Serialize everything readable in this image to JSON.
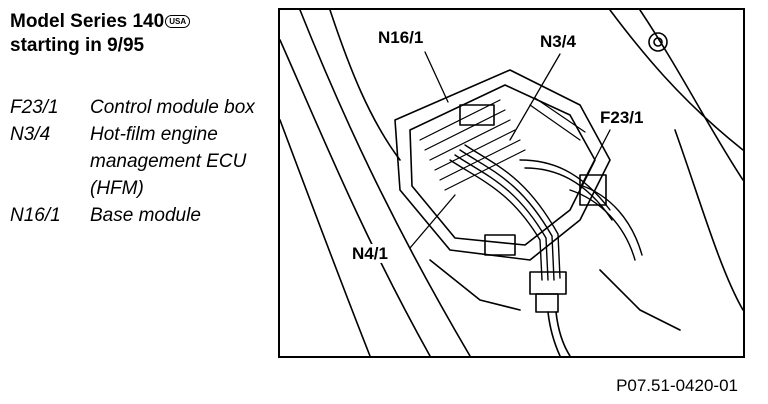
{
  "header": {
    "line1": "Model Series 140",
    "badge": "USA",
    "line2": "starting in 9/95"
  },
  "legend": [
    {
      "code": "F23/1",
      "desc": "Control module box"
    },
    {
      "code": "N3/4",
      "desc": "Hot-film engine management ECU  (HFM)"
    },
    {
      "code": "N16/1",
      "desc": "Base module"
    }
  ],
  "callouts": {
    "n16_1": "N16/1",
    "n3_4": "N3/4",
    "f23_1": "F23/1",
    "n4_1": "N4/1"
  },
  "figure_id": "P07.51-0420-01"
}
